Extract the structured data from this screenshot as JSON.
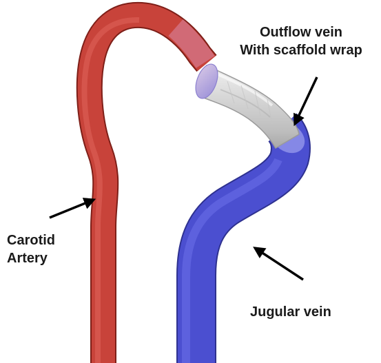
{
  "labels": {
    "outflow_line1": "Outflow vein",
    "outflow_line2": "With scaffold wrap",
    "carotid_line1": "Carotid",
    "carotid_line2": "Artery",
    "jugular": "Jugular vein"
  },
  "colors": {
    "artery": "#c8433a",
    "vein": "#4b4fd0",
    "scaffold": "#d9d9d9",
    "arrow": "#000000",
    "text": "#1a1a1a"
  }
}
